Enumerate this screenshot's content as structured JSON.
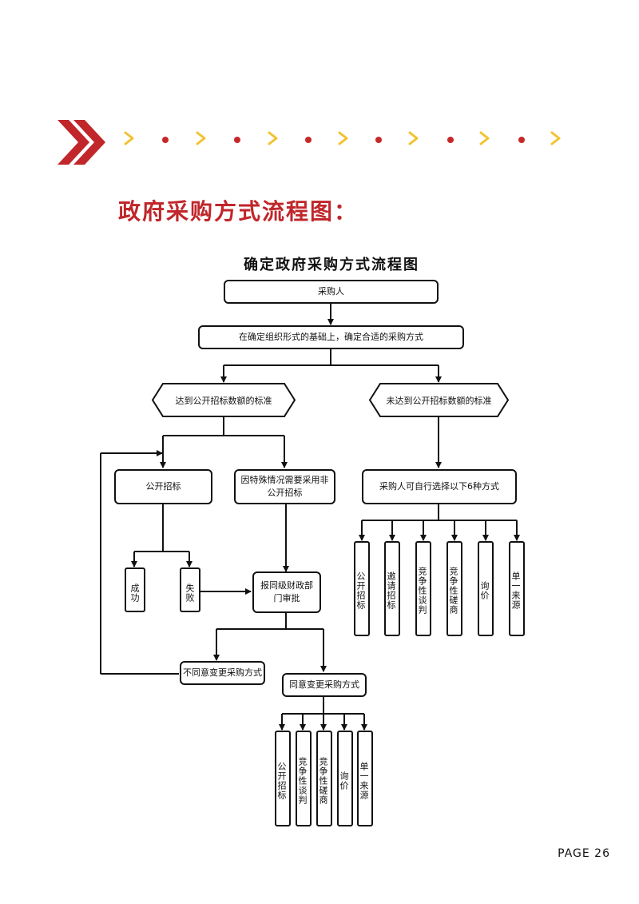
{
  "heading": "政府采购方式流程图：",
  "chart_title": "确定政府采购方式流程图",
  "colors": {
    "accent_red": "#c0262a",
    "accent_yellow": "#f2c230",
    "line": "#111111"
  },
  "nodes": {
    "buyer": "采购人",
    "determine": "在确定组织形式的基础上，确定合适的采购方式",
    "reached": "达到公开招标数额的标准",
    "not_reached": "未达到公开招标数额的标准",
    "open_tender": "公开招标",
    "special": "因特殊情况需要采用非公开招标",
    "self_choose": "采购人可自行选择以下6种方式",
    "success": "成功",
    "fail": "失败",
    "report": "报同级财政部门审批",
    "disagree": "不同意变更采购方式",
    "agree": "同意变更采购方式"
  },
  "six_methods": [
    "公开招标",
    "邀请招标",
    "竞争性谈判",
    "竞争性磋商",
    "询价",
    "单一来源"
  ],
  "five_methods": [
    "公开招标",
    "竞争性谈判",
    "竞争性磋商",
    "询价",
    "单一来源"
  ],
  "page_label": "PAGE 26"
}
